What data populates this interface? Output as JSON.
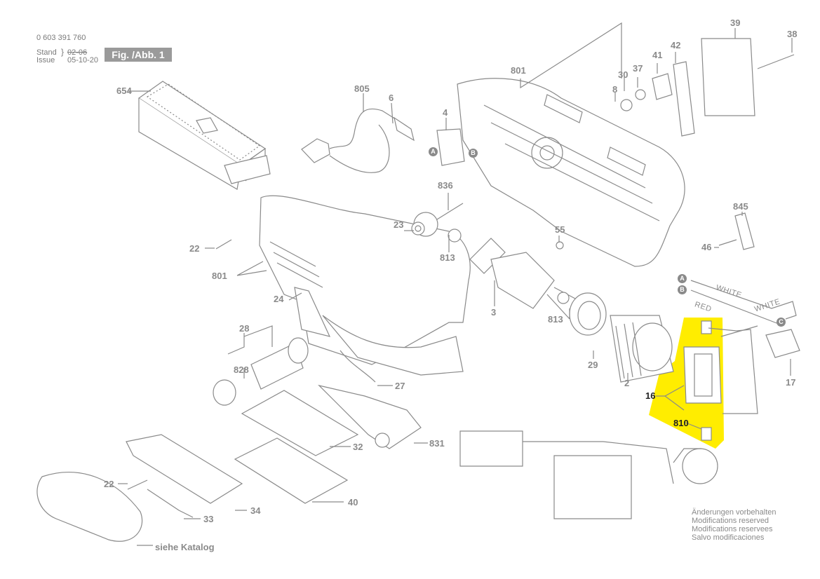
{
  "header": {
    "part_number": "0 603 391 760",
    "stand_label": "Stand",
    "issue_label": "Issue",
    "stand_value": "02-06",
    "issue_value": "05-10-20",
    "figure_label": "Fig. /Abb. 1"
  },
  "labels": [
    "654",
    "805",
    "6",
    "4",
    "801",
    "30",
    "37",
    "41",
    "42",
    "39",
    "38",
    "8",
    "836",
    "23",
    "55",
    "845",
    "22",
    "813",
    "46",
    "801",
    "24",
    "3",
    "813",
    "29",
    "28",
    "828",
    "27",
    "2",
    "16",
    "810",
    "17",
    "32",
    "831",
    "22",
    "33",
    "34",
    "40"
  ],
  "wires": {
    "white_1": "WHITE",
    "white_2": "WHITE",
    "red": "RED"
  },
  "connectors": {
    "a": "A",
    "b": "B",
    "c": "C"
  },
  "catalog_note": "siehe Katalog",
  "modifications_note": [
    "Änderungen vorbehalten",
    "Modifications reserved",
    "Modifications reservees",
    "Salvo modificaciones"
  ],
  "highlight_color": "#ffed00"
}
